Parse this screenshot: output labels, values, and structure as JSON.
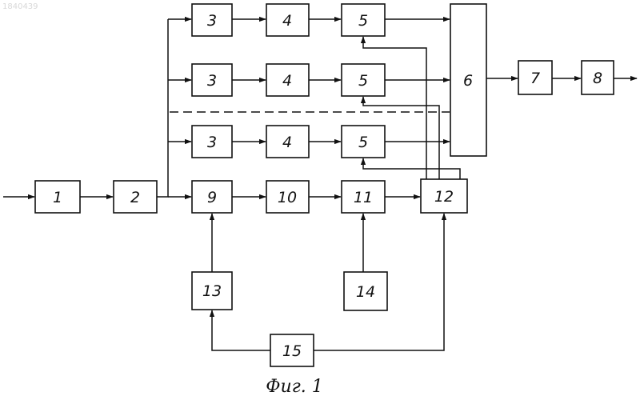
{
  "doc_number": "1840439",
  "caption": "Фиг. 1",
  "blocks": {
    "b1": "1",
    "b2": "2",
    "b3a": "3",
    "b4a": "4",
    "b5a": "5",
    "b3b": "3",
    "b4b": "4",
    "b5b": "5",
    "b3c": "3",
    "b4c": "4",
    "b5c": "5",
    "b6": "6",
    "b7": "7",
    "b8": "8",
    "b9": "9",
    "b10": "10",
    "b11": "11",
    "b12": "12",
    "b13": "13",
    "b14": "14",
    "b15": "15"
  }
}
